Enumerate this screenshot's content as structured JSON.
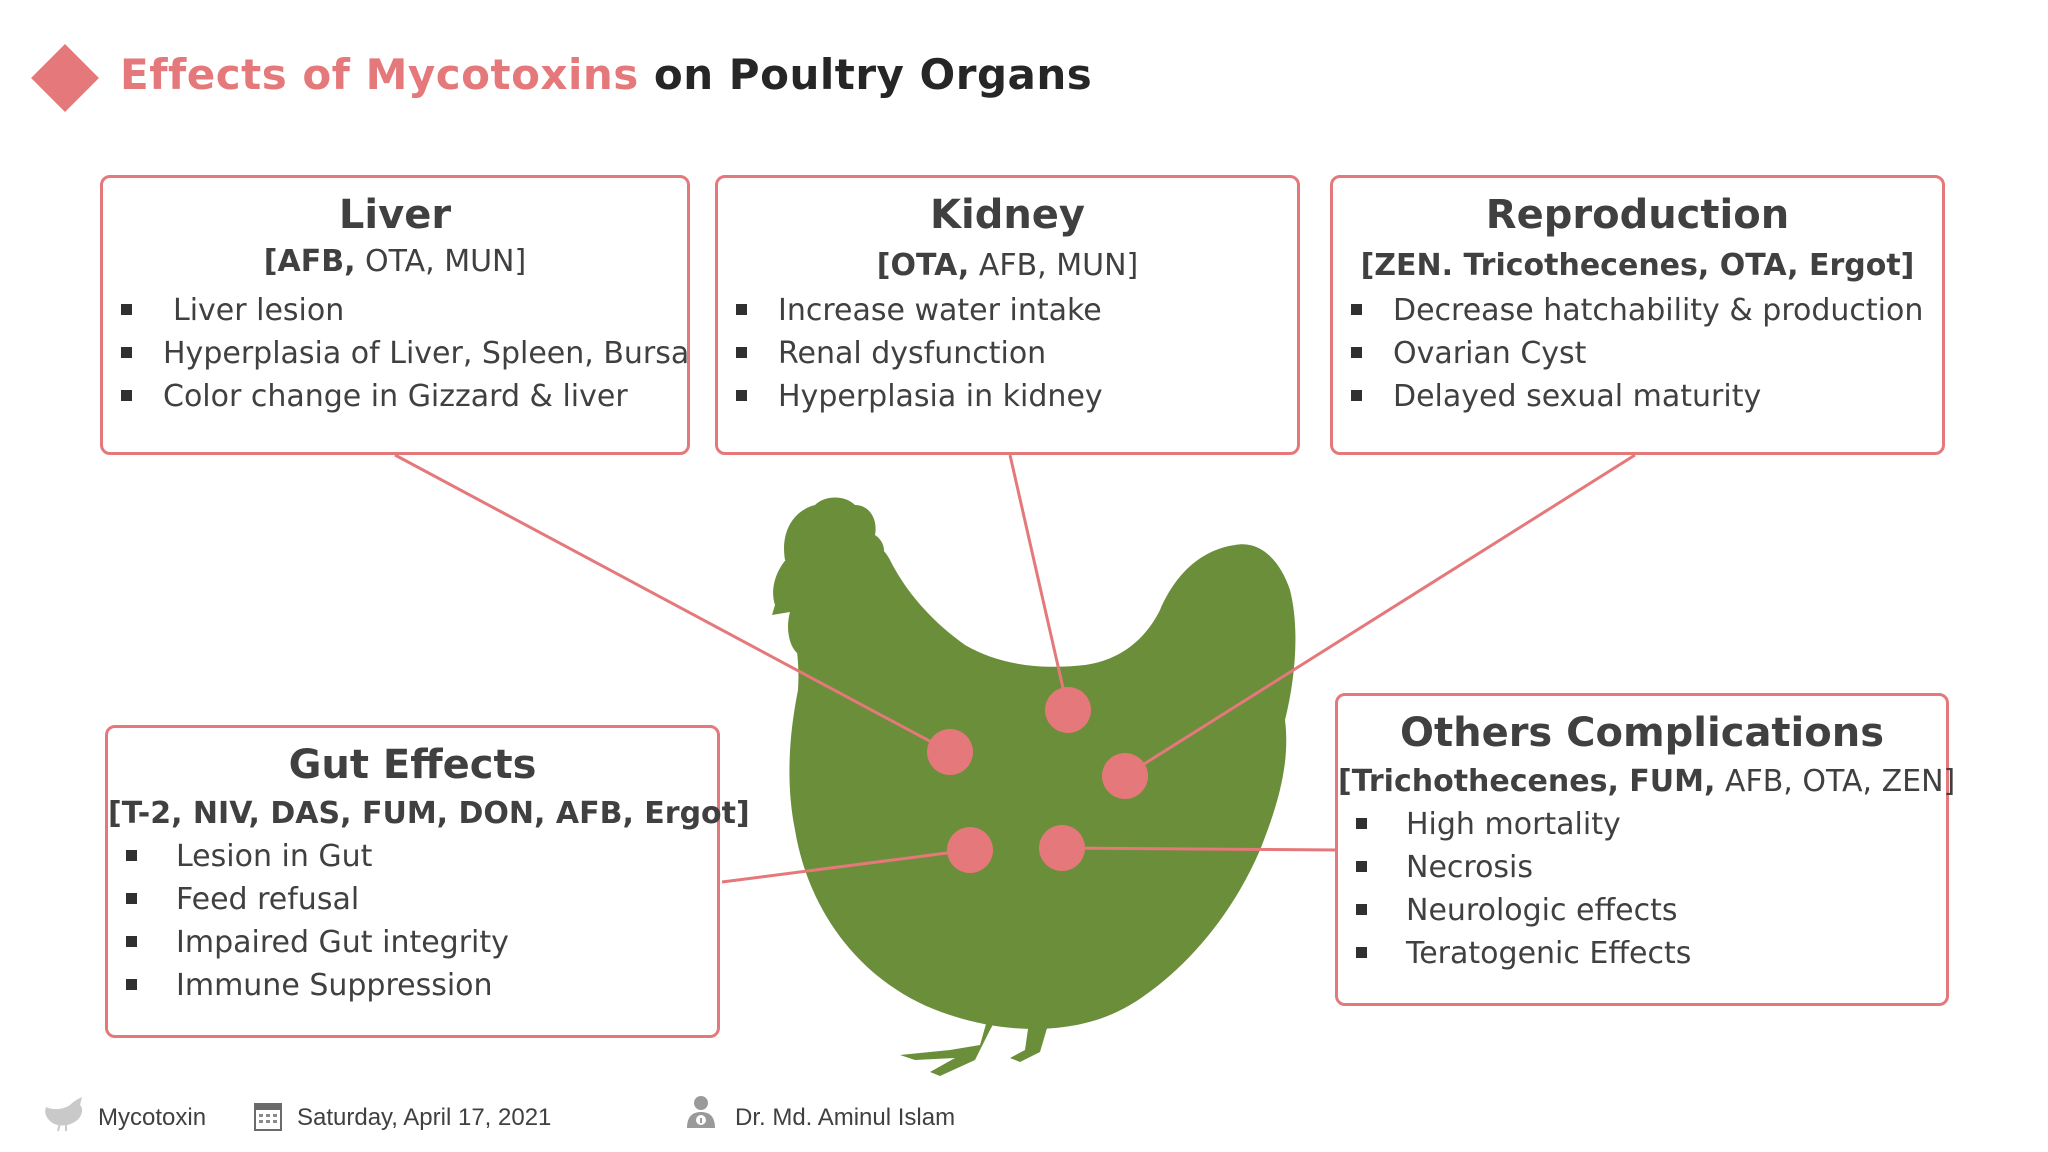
{
  "title": {
    "accent": "Effects of Mycotoxins",
    "rest": " on Poultry Organs"
  },
  "colors": {
    "accent": "#e5787a",
    "chicken": "#6b8e3a",
    "text": "#404040"
  },
  "boxes": {
    "liver": {
      "title": "Liver",
      "agents_bold": "[AFB,",
      "agents_rest": " OTA, MUN]",
      "items": [
        "Liver lesion",
        "Hyperplasia of Liver, Spleen, Bursa",
        "Color change in Gizzard & liver"
      ]
    },
    "kidney": {
      "title": "Kidney",
      "agents_bold": "[OTA,",
      "agents_rest": " AFB, MUN]",
      "items": [
        "Increase water intake",
        "Renal dysfunction",
        "Hyperplasia in kidney"
      ]
    },
    "reproduction": {
      "title": "Reproduction",
      "agents_bold": "[ZEN. Tricothecenes, OTA, Ergot]",
      "agents_rest": "",
      "items": [
        "Decrease hatchability & production",
        "Ovarian Cyst",
        "Delayed sexual maturity"
      ]
    },
    "gut": {
      "title": "Gut Effects",
      "agents_bold": "[T-2, NIV, DAS, FUM, DON, AFB, Ergot]",
      "agents_rest": "",
      "items": [
        "Lesion in Gut",
        "Feed refusal",
        "Impaired Gut integrity",
        "Immune Suppression"
      ]
    },
    "others": {
      "title": "Others Complications",
      "agents_bold": "[Trichothecenes, FUM,",
      "agents_rest": " AFB, OTA, ZEN]",
      "items": [
        "High mortality",
        "Necrosis",
        "Neurologic effects",
        "Teratogenic Effects"
      ]
    }
  },
  "footer": {
    "topic": "Mycotoxin",
    "date": "Saturday, April 17, 2021",
    "author": "Dr. Md. Aminul Islam",
    "icons": [
      "chicken-icon",
      "calendar-icon",
      "person-icon"
    ]
  }
}
